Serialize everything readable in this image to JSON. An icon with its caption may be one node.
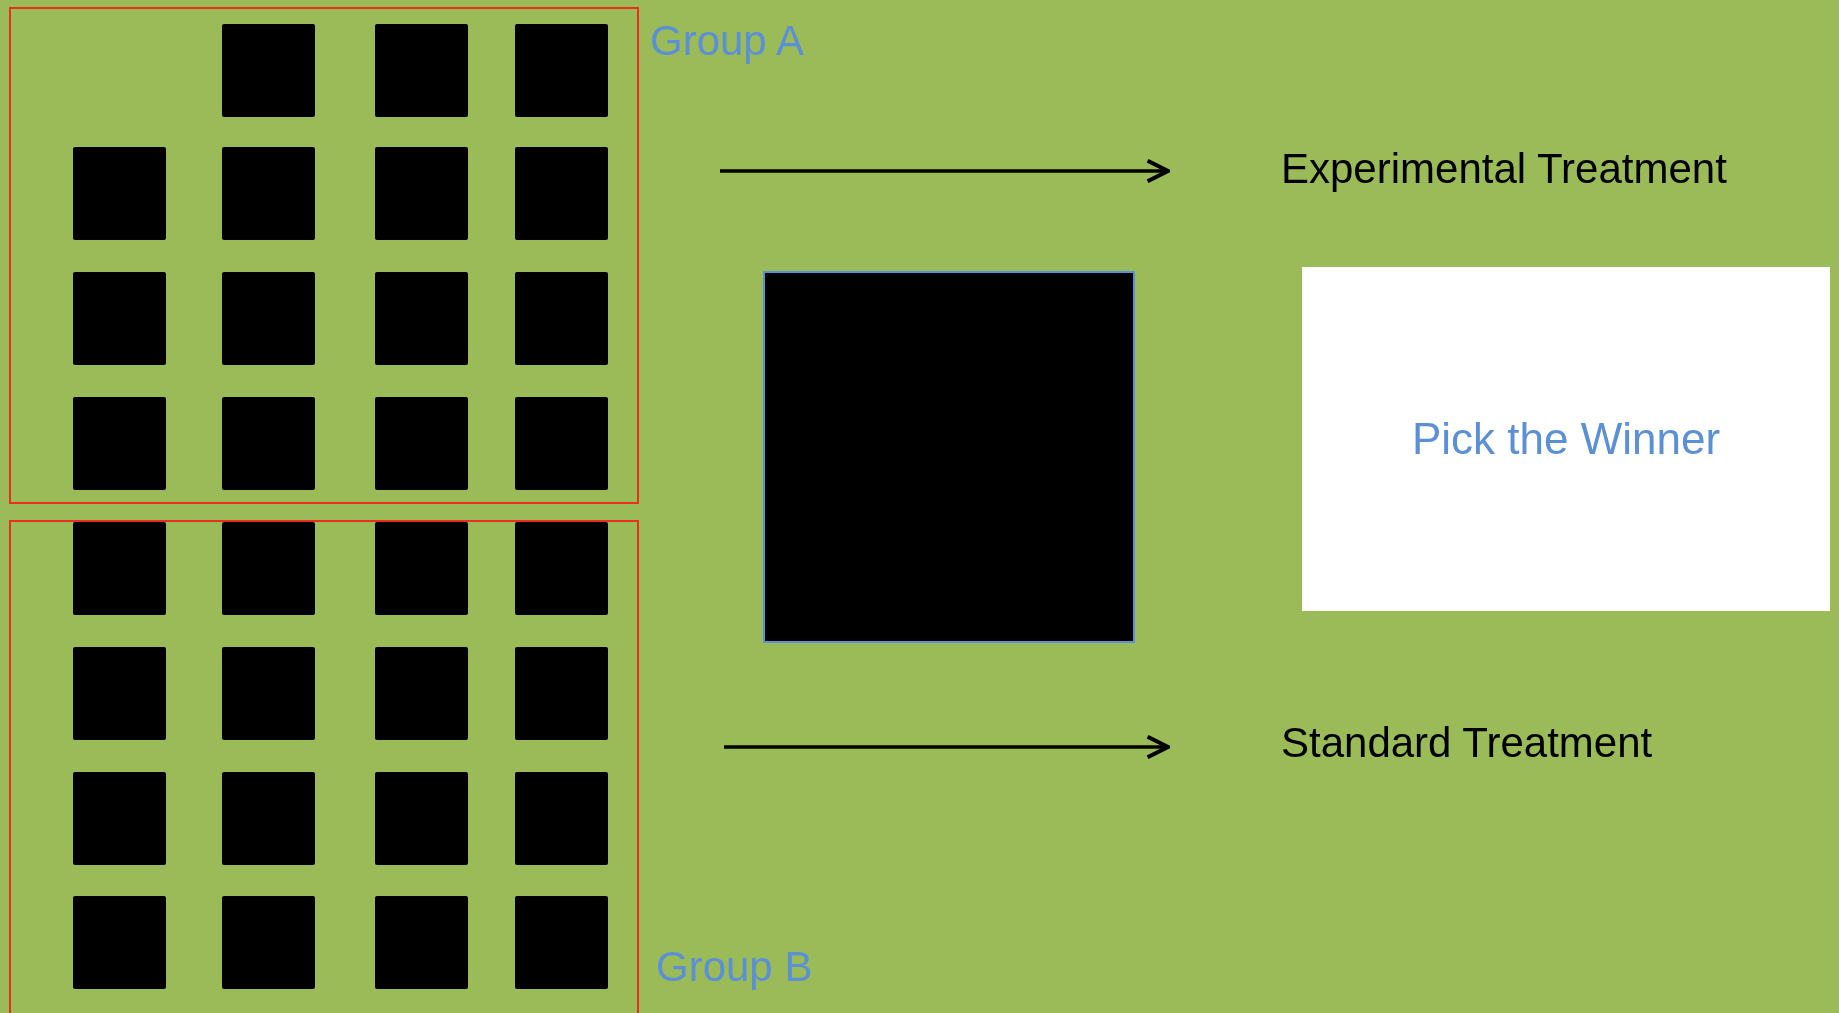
{
  "diagram": {
    "nodes": [
      {
        "text": [
          "Group A"
        ]
      },
      {
        "text": [],
        "shape": "box",
        "in": 0
      },
      {
        "text": [],
        "shape": "box",
        "in": 0
      },
      {
        "text": [],
        "shape": "box",
        "in": 0
      },
      {
        "text": [],
        "shape": "box",
        "in": 0
      },
      {
        "text": [],
        "shape": "box",
        "in": 0
      },
      {
        "text": [],
        "shape": "box",
        "in": 0
      },
      {
        "text": [],
        "shape": "box",
        "in": 0
      },
      {
        "text": [],
        "shape": "box",
        "in": 0
      },
      {
        "text": [],
        "shape": "box",
        "in": 0
      },
      {
        "text": [],
        "shape": "box",
        "in": 0
      },
      {
        "text": [],
        "shape": "box",
        "in": 0
      },
      {
        "text": [],
        "shape": "box",
        "in": 0
      },
      {
        "text": [],
        "shape": "box",
        "in": 0
      },
      {
        "text": [],
        "shape": "box",
        "in": 0
      },
      {
        "text": [],
        "shape": "box",
        "in": 0
      },
      {
        "text": [
          "Experimental Treatment"
        ]
      },
      {
        "text": [],
        "shape": "box"
      },
      {
        "text": [
          "Pick the Winner"
        ]
      },
      {
        "text": [
          "Standard Treatment"
        ]
      },
      {
        "text": [
          "Group B"
        ]
      },
      {
        "text": [],
        "shape": "box",
        "in": 20
      },
      {
        "text": [],
        "shape": "box",
        "in": 20
      },
      {
        "text": [],
        "shape": "box",
        "in": 20
      },
      {
        "text": [],
        "shape": "box",
        "in": 20
      },
      {
        "text": [],
        "shape": "box",
        "in": 20
      },
      {
        "text": [],
        "shape": "box",
        "in": 20
      },
      {
        "text": [],
        "shape": "box",
        "in": 20
      },
      {
        "text": [],
        "shape": "box",
        "in": 20
      },
      {
        "text": [],
        "shape": "box",
        "in": 20
      },
      {
        "text": [],
        "shape": "box",
        "in": 20
      },
      {
        "text": [],
        "shape": "box",
        "in": 20
      },
      {
        "text": [],
        "shape": "box",
        "in": 20
      },
      {
        "text": [],
        "shape": "box",
        "in": 20
      },
      {
        "text": [],
        "shape": "box",
        "in": 20
      },
      {
        "text": [],
        "shape": "box",
        "in": 20
      },
      {
        "text": [],
        "shape": "box",
        "in": 20
      }
    ],
    "edges": [
      {
        "from": null,
        "to": 16,
        "arrow": "to"
      },
      {
        "from": null,
        "to": 19,
        "arrow": "to"
      }
    ]
  }
}
